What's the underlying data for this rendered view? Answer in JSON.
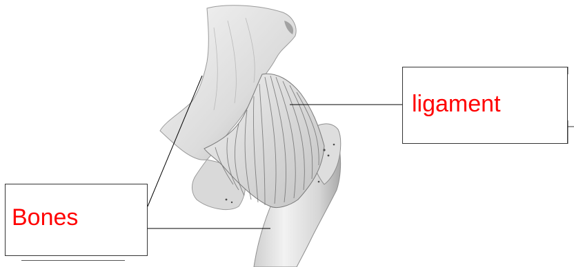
{
  "labels": {
    "ligament": "ligament",
    "bones": "Bones"
  },
  "colors": {
    "label_text": "#ff0000",
    "box_border": "#333333",
    "leader_line": "#000000",
    "bone_fill": "#e8e8e8",
    "bone_shadow": "#9a9a9a",
    "ligament_fibers": "#6f6f6f"
  },
  "illustration": {
    "subject": "hip-joint-illustration"
  }
}
